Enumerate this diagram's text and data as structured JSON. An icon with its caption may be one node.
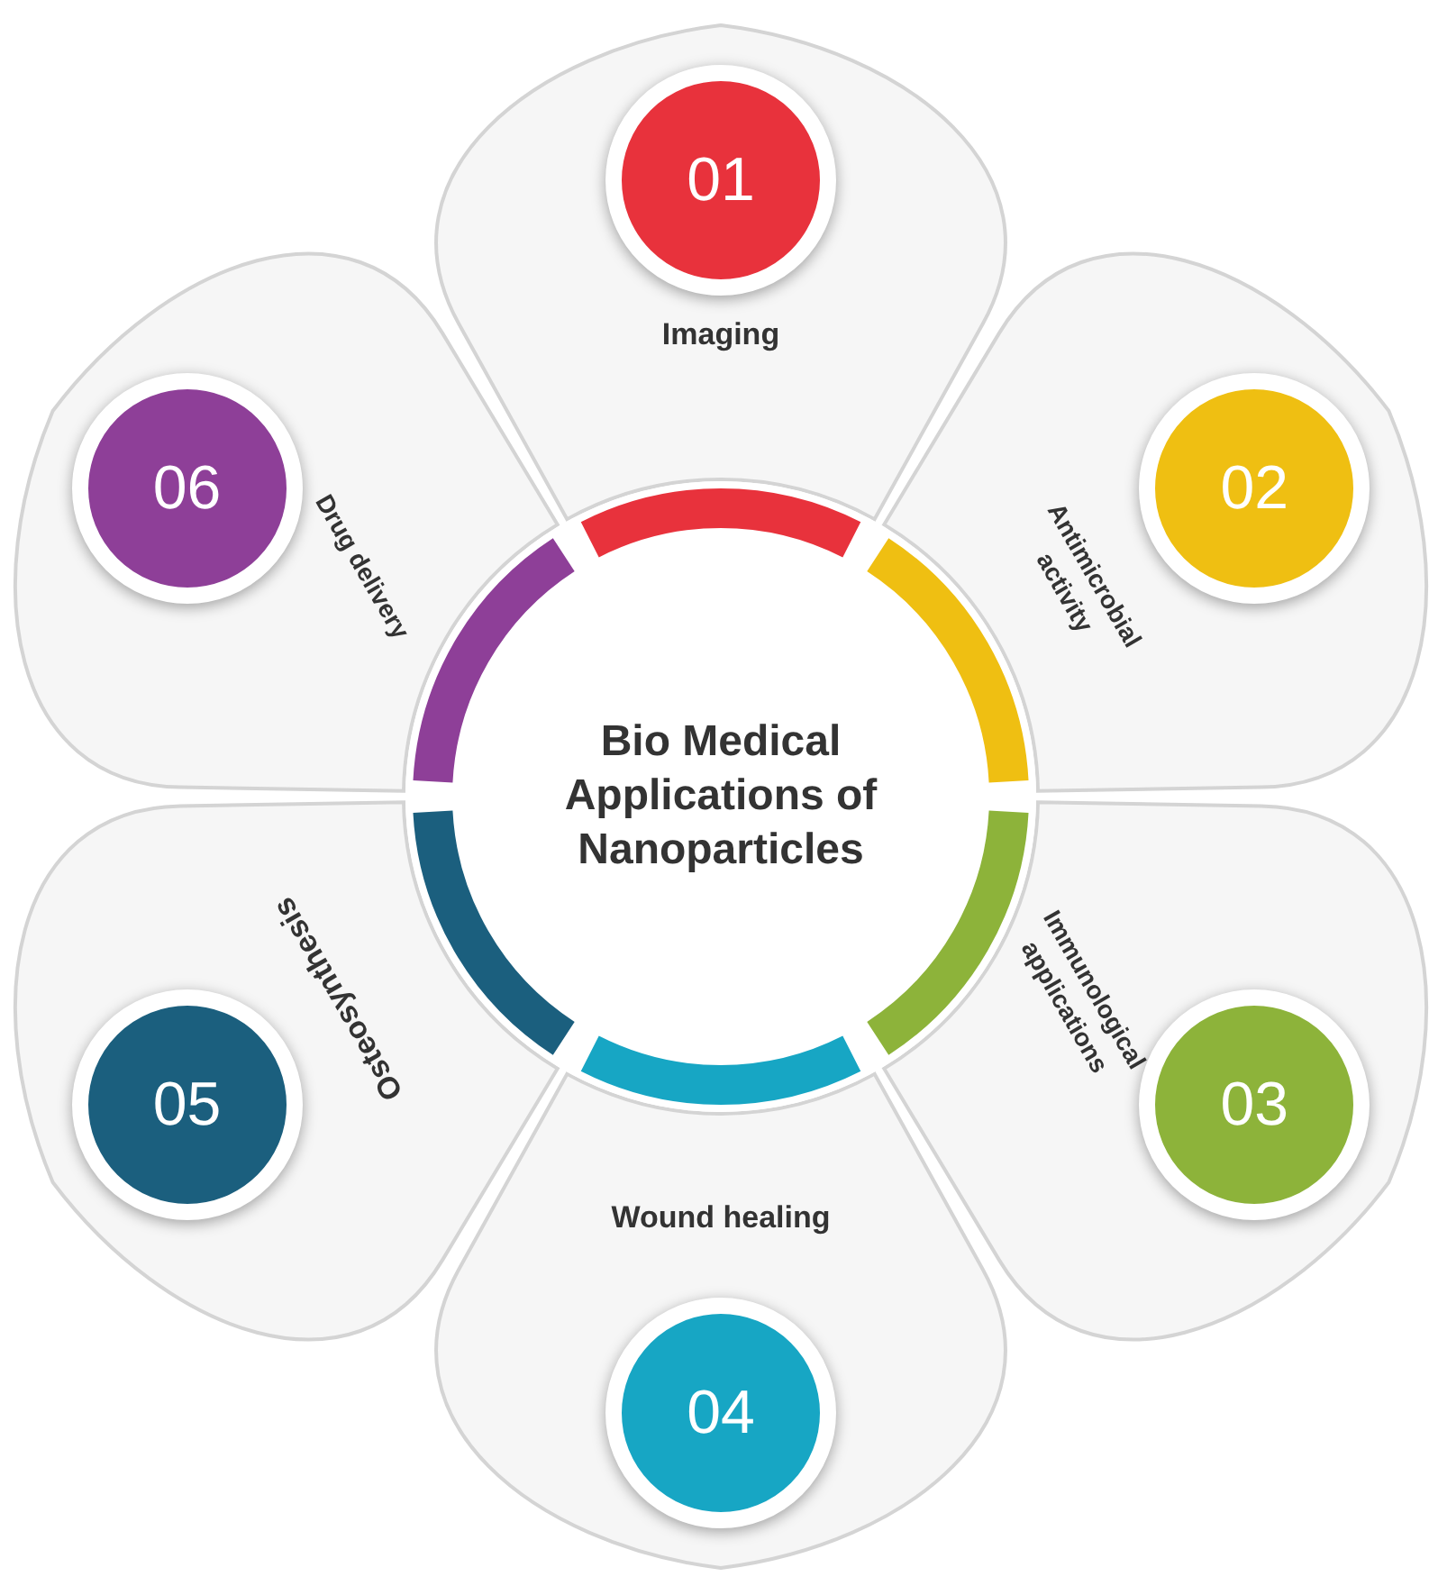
{
  "diagram": {
    "nodes": [
      {
        "text": [
          "Bio Medical Applications of Nanoparticles"
        ]
      },
      {
        "text": [
          "Imaging"
        ]
      },
      {
        "text": [
          "01"
        ],
        "in": 1
      },
      {
        "text": [
          "Antimicrobial activity"
        ]
      },
      {
        "text": [
          "02"
        ],
        "in": 3
      },
      {
        "text": [
          "Immunological applications"
        ]
      },
      {
        "text": [
          "03"
        ],
        "in": 5
      },
      {
        "text": [
          "Wound healing"
        ]
      },
      {
        "text": [
          "04"
        ],
        "in": 7
      },
      {
        "text": [
          "Osteosynthesis"
        ]
      },
      {
        "text": [
          "05"
        ],
        "in": 9
      },
      {
        "text": [
          "Drug delivery"
        ]
      },
      {
        "text": [
          "06"
        ],
        "in": 11
      }
    ]
  }
}
